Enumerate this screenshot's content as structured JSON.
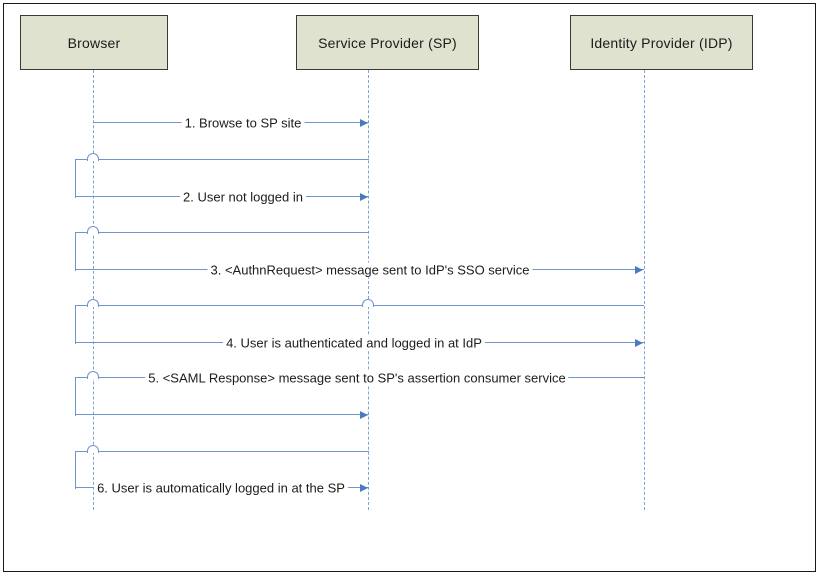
{
  "diagram_type": "sequence",
  "actors": [
    {
      "id": "browser",
      "name": "Browser"
    },
    {
      "id": "sp",
      "name": "Service Provider (SP)"
    },
    {
      "id": "idp",
      "name": "Identity Provider (IDP)"
    }
  ],
  "messages": [
    {
      "num": "1",
      "label": "1. Browse to SP site",
      "from": "Browser",
      "to": "Service Provider (SP)",
      "via": null
    },
    {
      "num": "2",
      "label": "2. User not logged in",
      "from": "Service Provider (SP)",
      "to": "Service Provider (SP)",
      "via": "Browser"
    },
    {
      "num": "3",
      "label": "3. <AuthnRequest> message sent to IdP's SSO service",
      "from": "Service Provider (SP)",
      "to": "Identity Provider (IDP)",
      "via": "Browser"
    },
    {
      "num": "4",
      "label": "4. User is authenticated and logged in at IdP",
      "from": "Identity Provider (IDP)",
      "to": "Identity Provider (IDP)",
      "via": "Browser"
    },
    {
      "num": "5",
      "label": "5. <SAML Response> message sent to SP's assertion consumer service",
      "from": "Identity Provider (IDP)",
      "to": "Service Provider (SP)",
      "via": "Browser"
    },
    {
      "num": "6",
      "label": "6. User is automatically logged in at the SP",
      "from": "Service Provider (SP)",
      "to": "Service Provider (SP)",
      "via": "Browser"
    }
  ],
  "colors": {
    "line": "#6e95ce",
    "lifeline": "#7da3d9",
    "arrow": "#4a7bc0",
    "box_fill": "#dfe2cf",
    "box_border": "#3b3a32",
    "frame": "#1a1a1a",
    "text": "#1c1c1c"
  }
}
